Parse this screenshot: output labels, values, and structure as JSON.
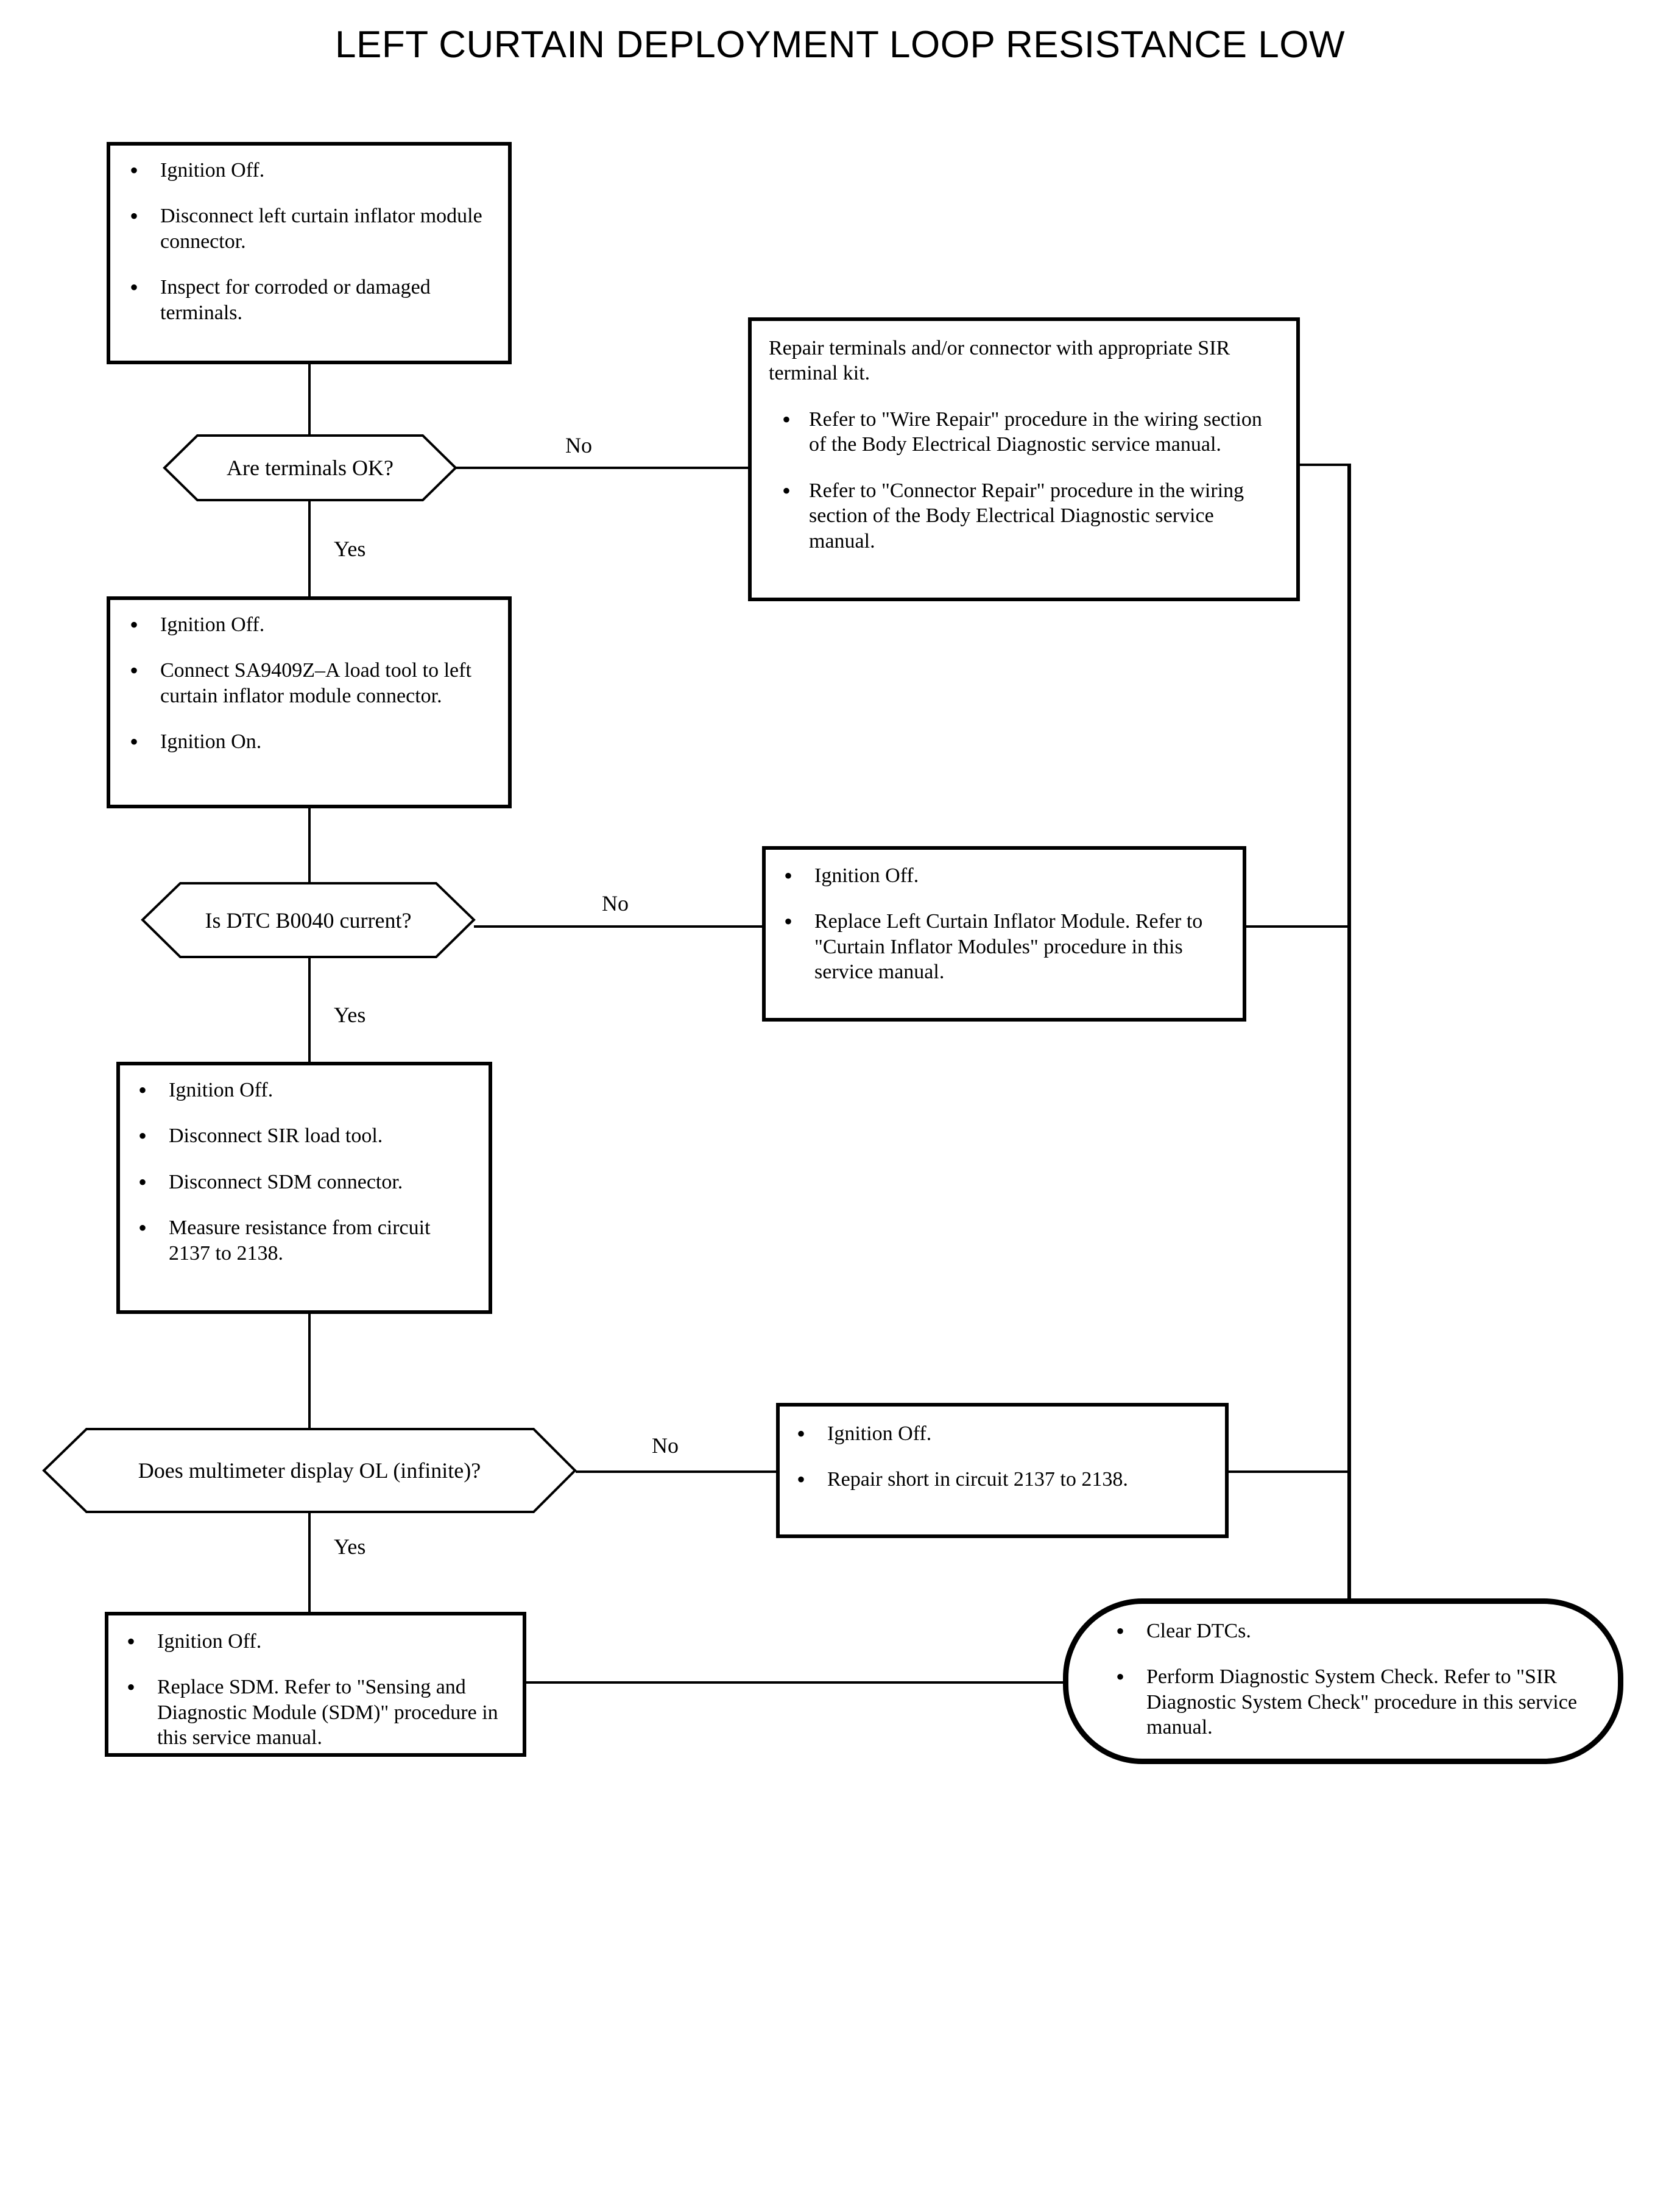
{
  "title": "LEFT CURTAIN DEPLOYMENT LOOP RESISTANCE LOW",
  "chart_data": {
    "type": "diagram",
    "diagram_kind": "flowchart",
    "title": "LEFT CURTAIN DEPLOYMENT LOOP RESISTANCE LOW"
  },
  "labels": {
    "yes": "Yes",
    "no": "No"
  },
  "steps": {
    "step1": {
      "bullets": [
        "Ignition Off.",
        "Disconnect left curtain inflator module connector.",
        "Inspect for corroded or damaged terminals."
      ]
    },
    "decision1": {
      "text": "Are terminals OK?",
      "yes_label": "Yes",
      "no_label": "No"
    },
    "repair_terminals": {
      "lead": "Repair terminals and/or connector with appropriate SIR terminal kit.",
      "bullets": [
        "Refer to \"Wire Repair\" procedure in the wiring section of the Body Electrical Diagnostic service manual.",
        "Refer to \"Connector Repair\" procedure in the wiring section of the Body Electrical Diagnostic service manual."
      ]
    },
    "step2": {
      "bullets": [
        "Ignition Off.",
        "Connect SA9409Z–A load tool to left curtain inflator module connector.",
        "Ignition On."
      ]
    },
    "decision2": {
      "text": "Is DTC B0040 current?",
      "yes_label": "Yes",
      "no_label": "No"
    },
    "replace_inflator": {
      "bullets": [
        "Ignition Off.",
        "Replace Left Curtain Inflator Module. Refer to \"Curtain Inflator Modules\" procedure in this service manual."
      ]
    },
    "step3": {
      "bullets": [
        "Ignition Off.",
        "Disconnect SIR load tool.",
        "Disconnect SDM connector.",
        "Measure resistance from circuit 2137 to 2138."
      ]
    },
    "decision3": {
      "text": "Does multimeter display OL (infinite)?",
      "yes_label": "Yes",
      "no_label": "No"
    },
    "repair_short": {
      "bullets": [
        "Ignition Off.",
        "Repair short in circuit 2137 to 2138."
      ]
    },
    "replace_sdm": {
      "bullets": [
        "Ignition Off.",
        "Replace SDM.  Refer to \"Sensing and Diagnostic Module (SDM)\" procedure in this service manual."
      ]
    },
    "final": {
      "bullets": [
        "Clear DTCs.",
        "Perform Diagnostic System Check. Refer to \"SIR Diagnostic System Check\" procedure in this service manual."
      ]
    }
  }
}
